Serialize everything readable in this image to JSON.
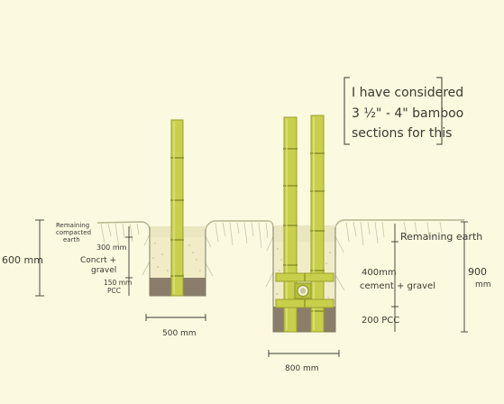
{
  "note": {
    "line1": "I have considered",
    "line2": "3 ½\" - 4\" bamboo",
    "line3": "sections for this"
  },
  "left_section": {
    "remaining_label_line1": "Remaining",
    "remaining_label_line2": "compacted",
    "remaining_label_line3": "earth",
    "depth_300": "300 mm",
    "cement_label_line1": "Concrt +",
    "cement_label_line2": "gravel",
    "pcc_150_line1": "150 mm",
    "pcc_150_line2": "PCC",
    "total_depth": "600 mm",
    "width": "500 mm"
  },
  "right_section": {
    "remaining_label": "Remaining earth",
    "cement_label_line1": "400mm",
    "cement_label_line2": "cement + gravel",
    "pcc_label": "200 PCC",
    "total_depth_line1": "900",
    "total_depth_line2": "mm",
    "width": "800 mm"
  },
  "colors": {
    "background": "#fbf9df",
    "bamboo": "#c8cf4a",
    "bamboo_dark": "#9aa12e",
    "gravel": "#f1ecc7",
    "pcc": "#8b7d6c",
    "earth_line": "#b7b490",
    "ink": "#3b3a33"
  }
}
